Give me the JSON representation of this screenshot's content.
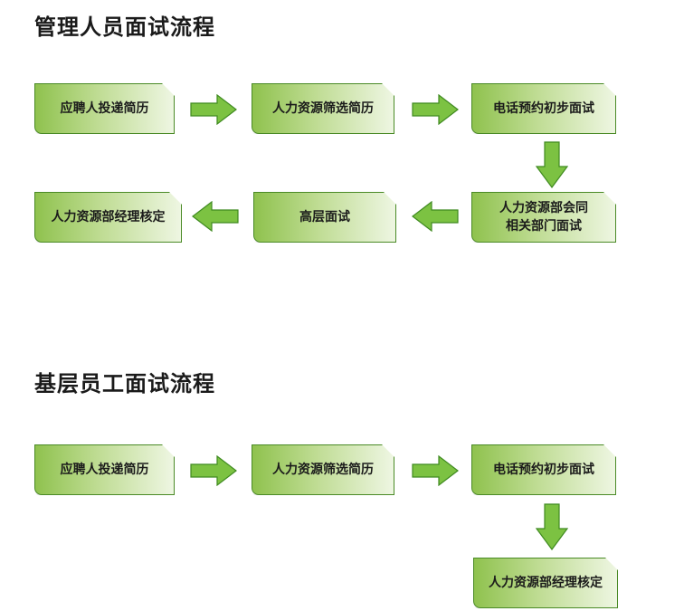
{
  "sections": [
    {
      "title": "管理人员面试流程",
      "steps": [
        "应聘人投递简历",
        "人力资源筛选简历",
        "电话预约初步面试",
        "人力资源部会同\n相关部门面试",
        "高层面试",
        "人力资源部经理核定"
      ]
    },
    {
      "title": "基层员工面试流程",
      "steps": [
        "应聘人投递简历",
        "人力资源筛选简历",
        "电话预约初步面试",
        "人力资源部经理核定"
      ]
    }
  ],
  "colors": {
    "box_dark": "#8fc24e",
    "box_light": "#eef6e2",
    "box_border": "#4a8a26",
    "arrow_fill": "#7cc242",
    "arrow_stroke": "#3f8a20"
  }
}
